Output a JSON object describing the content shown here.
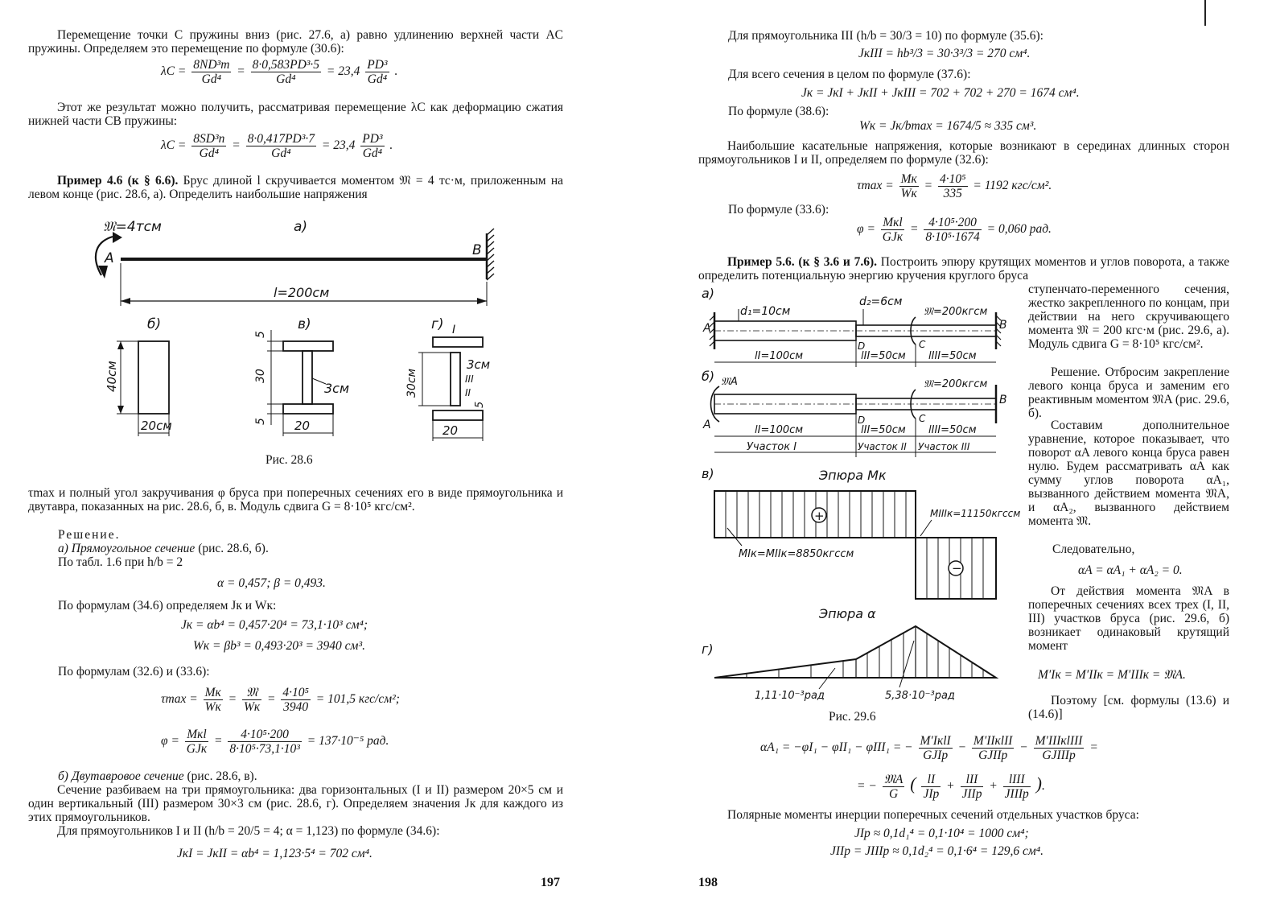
{
  "left": {
    "p1": "Перемещение точки C пружины вниз (рис. 27.6, а) равно удлинению верхней части AC пружины. Определяем это перемещение по формуле (30.6):",
    "eq1": {
      "lhs": "λC =",
      "f1": [
        "8ND³m",
        "Gd⁴"
      ],
      "mid": "=",
      "f2": [
        "8·0,583PD³·5",
        "Gd⁴"
      ],
      "res": "= 23,4",
      "f3": [
        "PD³",
        "Gd⁴"
      ],
      "tail": "."
    },
    "p2": "Этот же результат можно получить, рассматривая перемещение λC как деформацию сжатия нижней части CB пружины:",
    "eq2": {
      "lhs": "λC =",
      "f1": [
        "8SD³n",
        "Gd⁴"
      ],
      "mid": "=",
      "f2": [
        "8·0,417PD³·7",
        "Gd⁴"
      ],
      "res": "= 23,4",
      "f3": [
        "PD³",
        "Gd⁴"
      ],
      "tail": "."
    },
    "ex_title": "Пример 4.6 (к § 6.6).",
    "ex_text": " Брус длиной l скручивается моментом 𝔐 = 4 тс·м, приложенным на левом конце (рис. 28.6, а). Определить наибольшие напряжения",
    "fig": {
      "moment": "𝔐=4тсм",
      "a": "а)",
      "A": "A",
      "B": "B",
      "length": "l=200см",
      "b": "б)",
      "v": "в)",
      "g": "г)",
      "h40": "40см",
      "w20": "20см",
      "t5top": "5",
      "h30": "30",
      "w3": "3см",
      "t5bot": "5",
      "w20b": "20",
      "roman1": "I",
      "roman3": "III",
      "roman2": "II",
      "h30g": "30см",
      "w3g": "3см",
      "t5g": "5",
      "w20g": "20",
      "caption": "Рис. 28.6"
    },
    "p3": "τmax и полный угол закручивания φ бруса при поперечных сечениях его в виде прямоугольника и двутавра, показанных на рис. 28.6, б, в. Модуль сдвига G = 8·10⁵ кгс/см².",
    "solution": "Решение.",
    "a_title": "а) Прямоугольное сечение",
    "a_ref": " (рис. 28.6, б).",
    "tab": "По табл. 1.6 при h/b = 2",
    "ab": "α = 0,457;   β = 0,493.",
    "p4": "По формулам (34.6) определяем Jк и Wк:",
    "jk": "Jк = αb⁴ = 0,457·20⁴ = 73,1·10³ см⁴;",
    "wk": "Wк = βb³ = 0,493·20³ = 3940 см³.",
    "p5": "По формулам (32.6) и (33.6):",
    "tau": {
      "lhs": "τmax =",
      "f1": [
        "Mк",
        "Wк"
      ],
      "m": "=",
      "f2": [
        "𝔐",
        "Wк"
      ],
      "m2": "=",
      "f3": [
        "4·10⁵",
        "3940"
      ],
      "res": "= 101,5 кгс/см²;"
    },
    "phi": {
      "lhs": "φ =",
      "f1": [
        "Mкl",
        "GJк"
      ],
      "m": "=",
      "f2": [
        "4·10⁵·200",
        "8·10⁵·73,1·10³"
      ],
      "res": "= 137·10⁻⁵ рад."
    },
    "b_title": "б) Двутавровое сечение",
    "b_ref": " (рис. 28.6, в).",
    "p6": "Сечение разбиваем на три прямоугольника: два горизонтальных (I и II) размером 20×5 см и один вертикальный (III) размером 30×3 см (рис. 28.6, г). Определяем значения Jк для каждого из этих прямоугольников.",
    "p7": "Для прямоугольников I и II (h/b = 20/5 = 4; α = 1,123) по формуле (34.6):",
    "jk1": "JкI = JкII = αb⁴ = 1,123·5⁴ = 702 см⁴.",
    "page_no": "197"
  },
  "right": {
    "r1": "Для прямоугольника III (h/b = 30/3 = 10) по формуле (35.6):",
    "r1eq": "JкIII = hb³/3 = 30·3³/3 = 270 см⁴.",
    "r2": "Для всего сечения в целом по формуле (37.6):",
    "r2eq": "Jк = JкI + JкII + JкIII = 702 + 702 + 270 = 1674 см⁴.",
    "r3": "По формуле (38.6):",
    "r3eq": "Wк = Jк/bmax = 1674/5 ≈ 335 см³.",
    "r4": "Наибольшие касательные напряжения, которые возникают в серединах длинных сторон прямоугольников I и II, определяем по формуле (32.6):",
    "r4eq": {
      "lhs": "τmax =",
      "f1": [
        "Mк",
        "Wк"
      ],
      "m": "=",
      "f2": [
        "4·10⁵",
        "335"
      ],
      "res": "= 1192 кгс/см²."
    },
    "r5": "По формуле (33.6):",
    "r5eq": {
      "lhs": "φ =",
      "f1": [
        "Mкl",
        "GJк"
      ],
      "m": "=",
      "f2": [
        "4·10⁵·200",
        "8·10⁵·1674"
      ],
      "res": "= 0,060 рад."
    },
    "ex_title": "Пример 5.6. (к § 3.6 и 7.6).",
    "ex_text": " Построить эпюру крутящих моментов и углов поворота, а также определить потенциальную энергию кручения круглого бруса",
    "side1": "ступенчато-переменного сечения, жестко закрепленного по концам, при действии на него скручивающего момента 𝔐 = 200 кгс·м (рис. 29.6, а). Модуль сдвига G = 8·10⁵ кгс/см².",
    "side2": "Решение. Отбросим закрепление левого конца бруса и заменим его реактивным моментом 𝔐A (рис. 29.6, б).",
    "side3": "Составим дополнительное уравнение, которое показывает, что поворот αA левого конца бруса равен нулю. Будем рассматривать αA как сумму углов поворота αA₁, вызванного действием момента 𝔐A, и αA₂, вызванного действием момента 𝔐.",
    "side4": "Следовательно,",
    "side5": "αA = αA₁ + αA₂ = 0.",
    "side6": "От действия момента 𝔐A в поперечных сечениях всех трех (I, II, III) участков бруса (рис. 29.6, б) возникает одинаковый крутящий момент",
    "side7": "M′Iк = M′IIк = M′IIIк = 𝔐A.",
    "side8": "Поэтому [см. формулы (13.6) и (14.6)]",
    "fig": {
      "a": "а)",
      "A": "A",
      "B": "B",
      "d1": "d₁=10см",
      "d2": "d₂=6см",
      "M": "𝔐=200кгсм",
      "D": "D",
      "C": "C",
      "l1": "lI=100см",
      "l2": "lII=50см",
      "l3": "lIII=50см",
      "b": "б)",
      "MA": "𝔐A",
      "M2": "𝔐=200кгсм",
      "u1": "Участок I",
      "u2": "Участок II",
      "u3": "Участок III",
      "v": "в)",
      "epMk": "Эпюра Mк",
      "plus": "+",
      "minus": "−",
      "m3": "MIIIк=11150кгссм",
      "m1": "MIк=MIIк=8850кгссм",
      "epA": "Эпюра α",
      "g": "г)",
      "a1": "1,11·10⁻³рад",
      "a2": "5,38·10⁻³рад",
      "caption": "Рис. 29.6"
    },
    "bigeq1": "αA₁ = −φI₁ − φII₁ − φIII₁ = −",
    "bf1": [
      "M′IкlI",
      "GJIp"
    ],
    "bf2": [
      "M′IIкlII",
      "GJIIp"
    ],
    "bf3": [
      "M′IIIкlIII",
      "GJIIIp"
    ],
    "bigeq2a": "= −",
    "bf4": [
      "𝔐A",
      "G"
    ],
    "bf5": [
      "lI",
      "JIp"
    ],
    "bf6": [
      "lII",
      "JIIp"
    ],
    "bf7": [
      "lIII",
      "JIIIp"
    ],
    "r6": "Полярные моменты инерции поперечных сечений отдельных участков бруса:",
    "jp1": "JIp ≈ 0,1d₁⁴ = 0,1·10⁴ = 1000 см⁴;",
    "jp2": "JIIp = JIIIp ≈ 0,1d₂⁴ = 0,1·6⁴ = 129,6 см⁴.",
    "page_no": "198"
  }
}
